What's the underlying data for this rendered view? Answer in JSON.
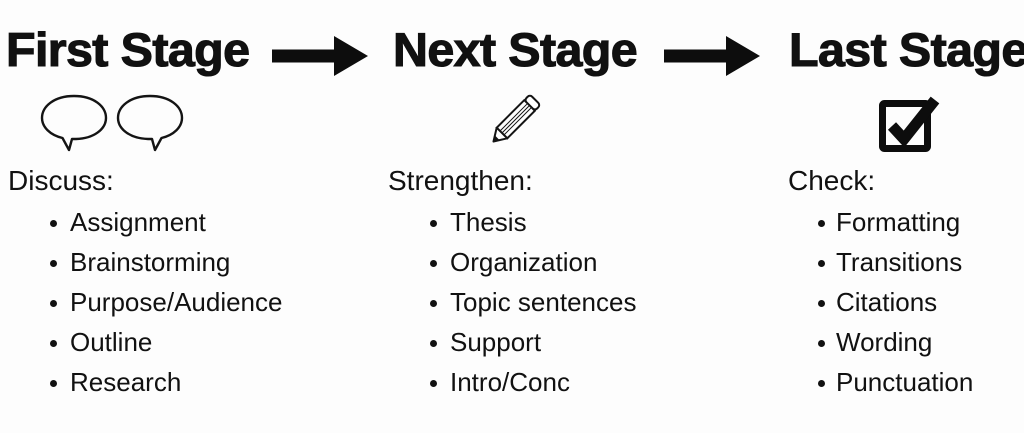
{
  "page": {
    "background_color": "#fdfdfd",
    "text_color": "#111111",
    "type": "three-stage writing process diagram"
  },
  "stages": [
    {
      "title": "First Stage",
      "icon": "speech-bubbles-icon",
      "heading": "Discuss:",
      "items": [
        "Assignment",
        "Brainstorming",
        "Purpose/Audience",
        "Outline",
        "Research"
      ]
    },
    {
      "title": "Next Stage",
      "icon": "pencil-icon",
      "heading": "Strengthen:",
      "items": [
        "Thesis",
        "Organization",
        "Topic sentences",
        "Support",
        "Intro/Conc"
      ]
    },
    {
      "title": "Last Stage",
      "icon": "checked-checkbox-icon",
      "heading": "Check:",
      "items": [
        "Formatting",
        "Transitions",
        "Citations",
        "Wording",
        "Punctuation"
      ]
    }
  ],
  "connectors": [
    {
      "name": "arrow-right-icon"
    },
    {
      "name": "arrow-right-icon"
    }
  ]
}
